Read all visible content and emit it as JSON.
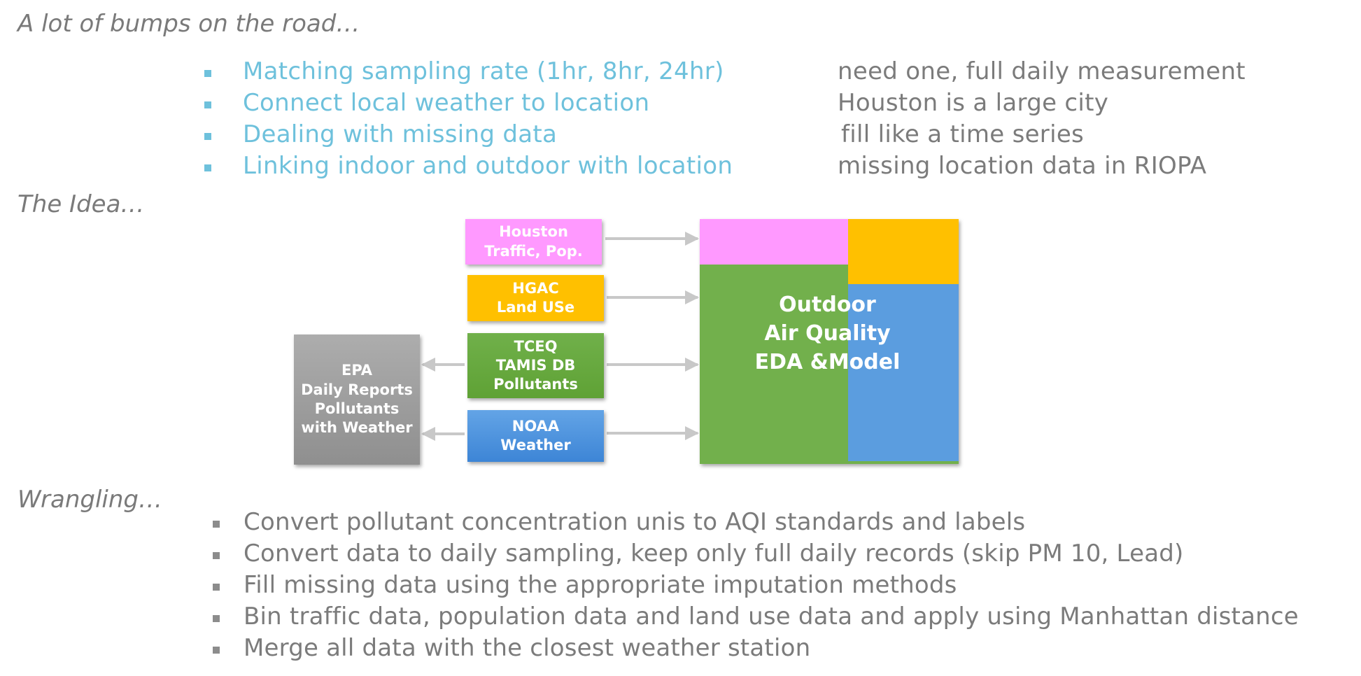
{
  "sections": {
    "bumps_heading": "A lot of bumps on the road…",
    "idea_heading": "The Idea…",
    "wrangling_heading": "Wrangling…"
  },
  "bumps": [
    {
      "label": "Matching sampling rate (1hr, 8hr, 24hr)",
      "note": "need one, full daily measurement"
    },
    {
      "label": "Connect local weather to location",
      "note": "Houston is a large city"
    },
    {
      "label": "Dealing with missing data",
      "note": "fill like a time series"
    },
    {
      "label": "Linking indoor and outdoor with location",
      "note": "missing  location data in RIOPA"
    }
  ],
  "diagram": {
    "sources": {
      "houston": "Houston\nTraffic, Pop.",
      "hgac": "HGAC\nLand USe",
      "tceq": "TCEQ\nTAMIS DB\nPollutants",
      "noaa": "NOAA\nWeather"
    },
    "epa": "EPA\nDaily Reports\nPollutants\nwith Weather",
    "target": "Outdoor\nAir Quality\nEDA &Model",
    "colors": {
      "houston": "#ff99ff",
      "hgac": "#ffc000",
      "tceq": "#70b04a",
      "noaa": "#4a90dc",
      "epa": "#a0a0a0",
      "arrow": "#c8c8c8"
    }
  },
  "wrangling": [
    "Convert pollutant concentration unis to AQI standards and labels",
    "Convert data to daily sampling, keep only full daily records (skip PM 10, Lead)",
    "Fill missing data using the appropriate imputation methods",
    "Bin traffic data, population data  and land use data and apply using Manhattan distance",
    "Merge all data with the closest weather station"
  ]
}
